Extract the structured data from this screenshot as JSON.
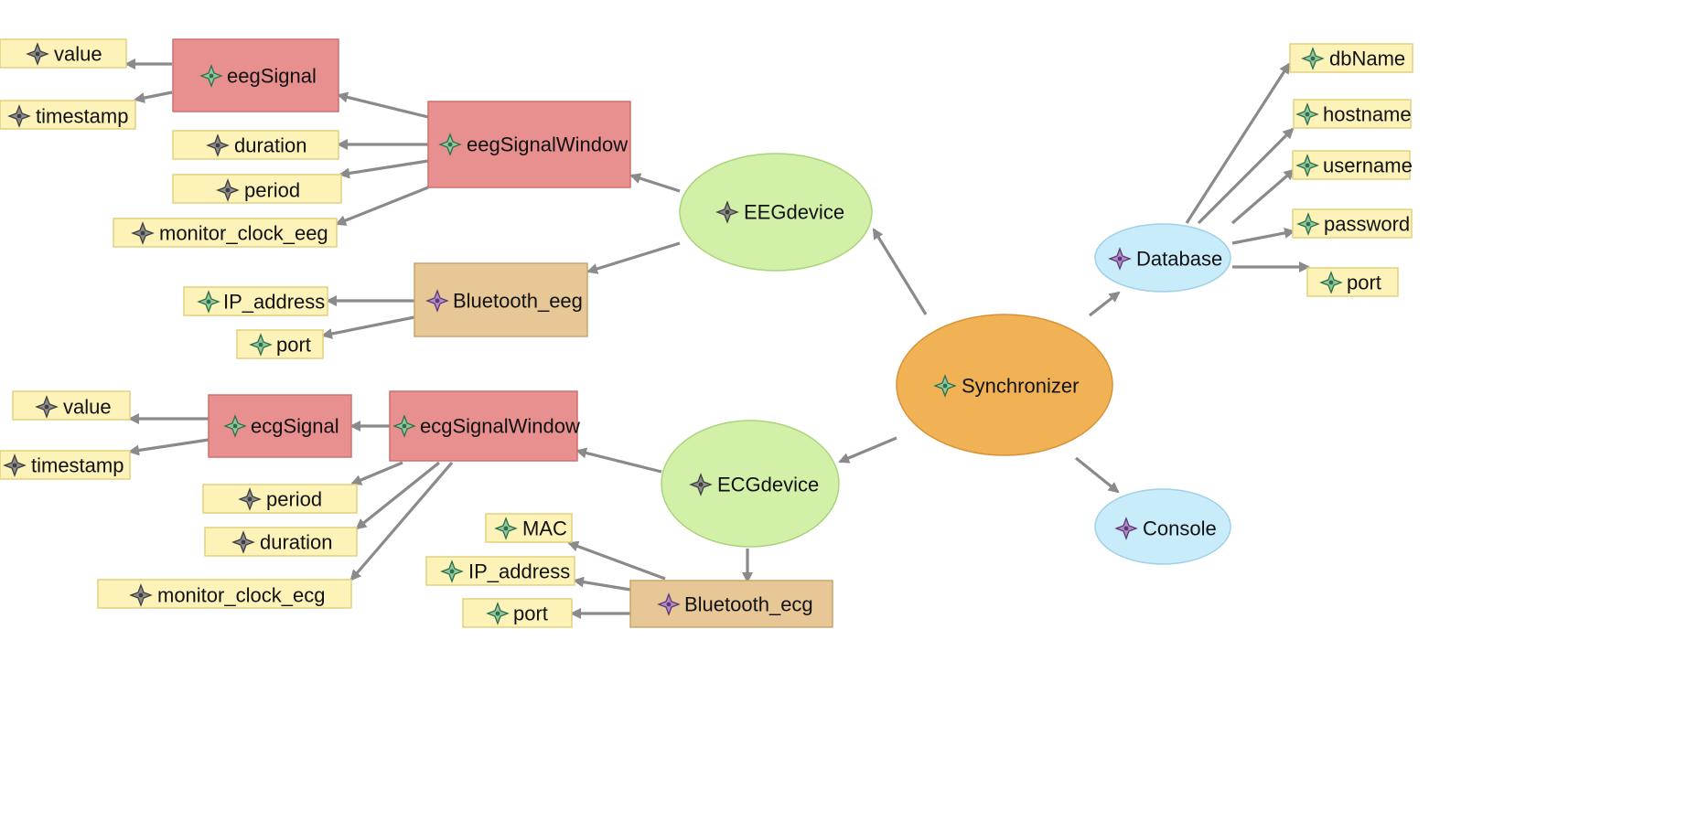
{
  "colors": {
    "class_fill": "#e88f8f",
    "class_stroke": "#cf6f6f",
    "device_fill": "#e6c795",
    "device_stroke": "#c9a66c",
    "attribute_fill": "#fdf3b8",
    "attribute_stroke": "#e0d27e",
    "individual_fill": "#d3f0a9",
    "individual_stroke": "#a9d57a",
    "hub_fill": "#f0b255",
    "hub_stroke": "#d89236",
    "service_fill": "#c9ecfa",
    "service_stroke": "#9fd1e8",
    "edge_color": "#8a8a8a"
  },
  "nodes": {
    "eeg_signal": "eegSignal",
    "eeg_signal_value": "value",
    "eeg_signal_timestamp": "timestamp",
    "eeg_signal_window": "eegSignalWindow",
    "eeg_window_duration": "duration",
    "eeg_window_period": "period",
    "eeg_window_monitor_clock": "monitor_clock_eeg",
    "eeg_device": "EEGdevice",
    "bluetooth_eeg": "Bluetooth_eeg",
    "bluetooth_eeg_ip": "IP_address",
    "bluetooth_eeg_port": "port",
    "ecg_signal": "ecgSignal",
    "ecg_signal_value": "value",
    "ecg_signal_timestamp": "timestamp",
    "ecg_signal_window": "ecgSignalWindow",
    "ecg_window_period": "period",
    "ecg_window_duration": "duration",
    "ecg_window_monitor_clock": "monitor_clock_ecg",
    "ecg_device": "ECGdevice",
    "bluetooth_ecg": "Bluetooth_ecg",
    "bluetooth_ecg_mac": "MAC",
    "bluetooth_ecg_ip": "IP_address",
    "bluetooth_ecg_port": "port",
    "synchronizer": "Synchronizer",
    "database": "Database",
    "database_dbname": "dbName",
    "database_hostname": "hostname",
    "database_username": "username",
    "database_password": "password",
    "database_port": "port",
    "console": "Console"
  }
}
